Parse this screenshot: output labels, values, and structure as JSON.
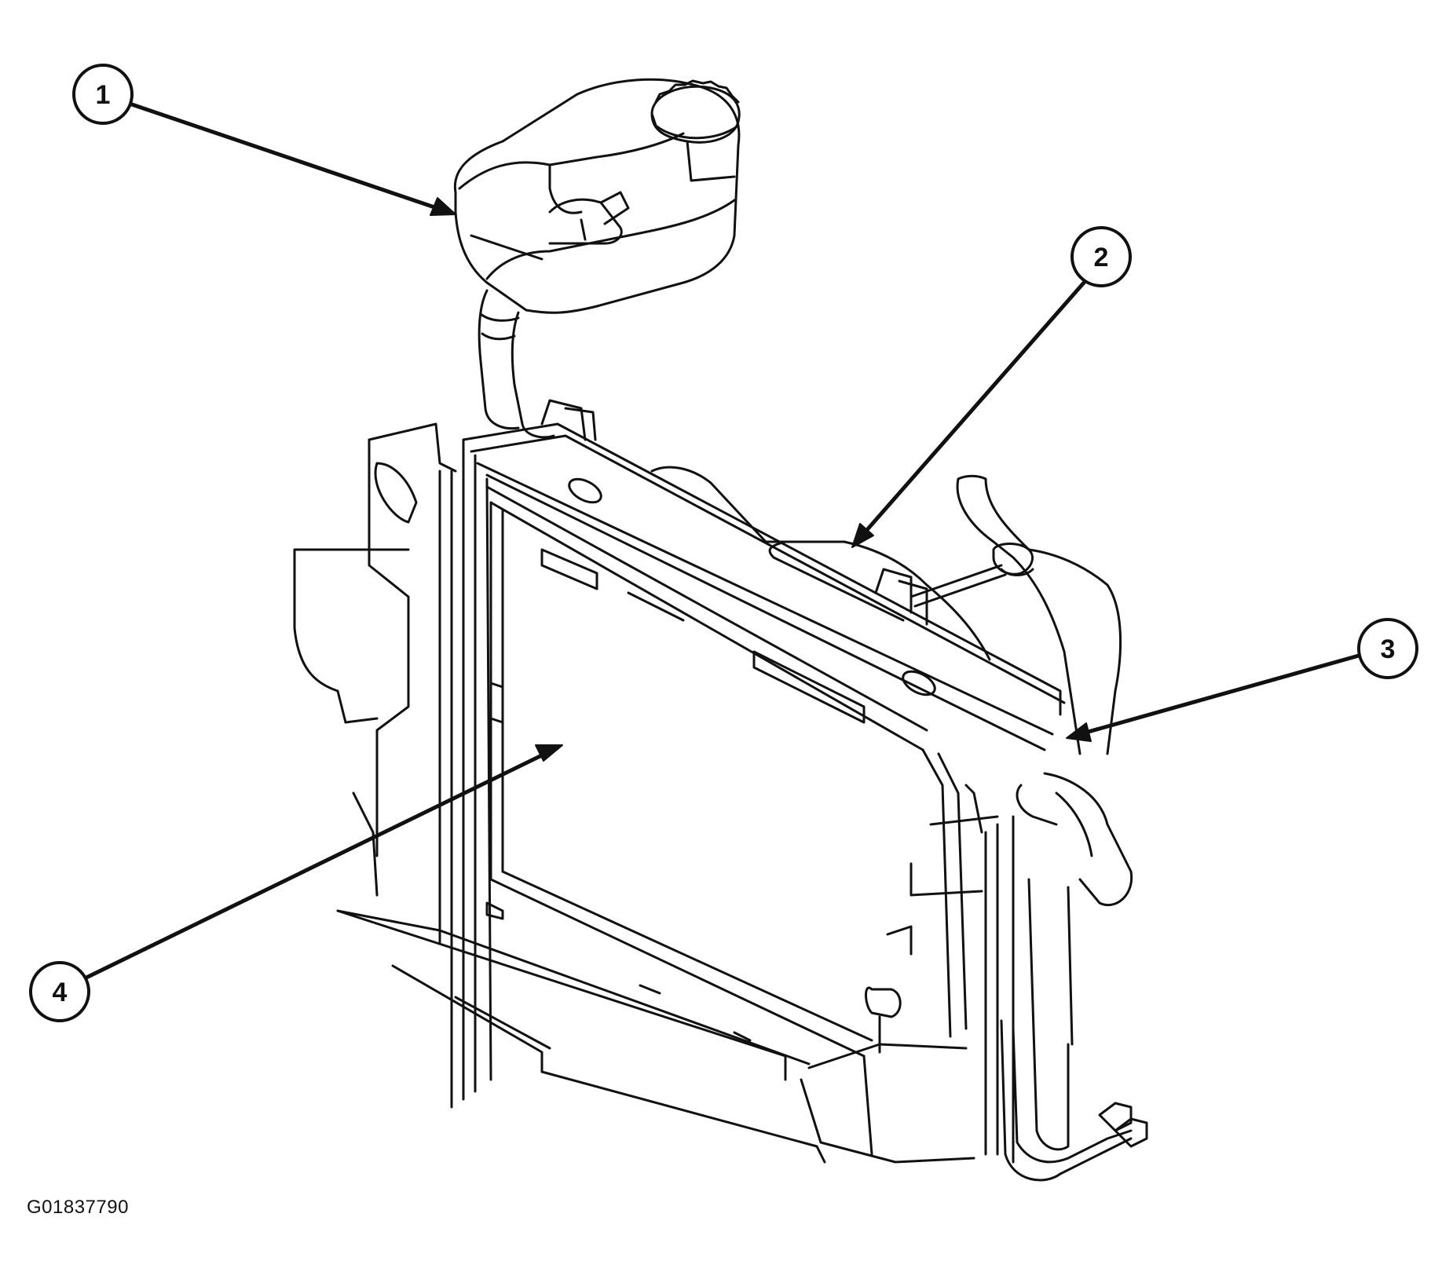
{
  "figure_id": "G01837790",
  "callouts": [
    {
      "number": "1"
    },
    {
      "number": "2"
    },
    {
      "number": "3"
    },
    {
      "number": "4"
    }
  ],
  "colors": {
    "line": "#111111",
    "background": "#ffffff"
  }
}
